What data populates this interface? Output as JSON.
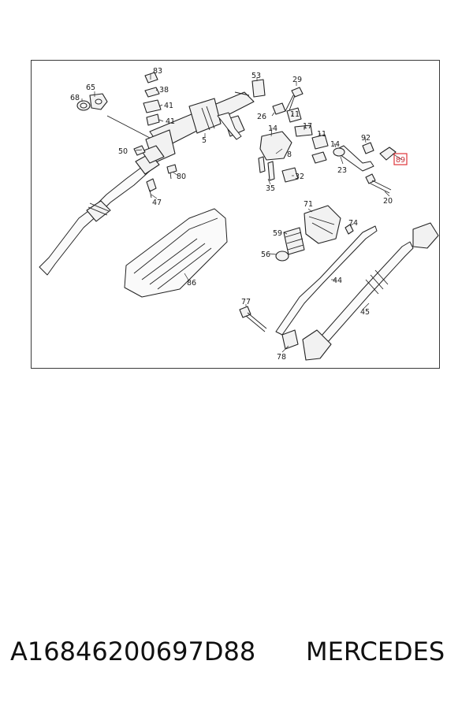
{
  "diagram": {
    "callouts": [
      "83",
      "65",
      "38",
      "68",
      "41",
      "41",
      "53",
      "29",
      "26",
      "11",
      "14",
      "17",
      "11",
      "92",
      "14",
      "89",
      "50",
      "5",
      "8",
      "23",
      "80",
      "32",
      "35",
      "20",
      "47",
      "71",
      "74",
      "59",
      "56",
      "44",
      "86",
      "77",
      "45",
      "78"
    ],
    "highlighted_callout": "89",
    "highlight_color": "#e0343a"
  },
  "caption": {
    "part_number": "A1684620069​7D88",
    "brand": "MERCEDES"
  }
}
